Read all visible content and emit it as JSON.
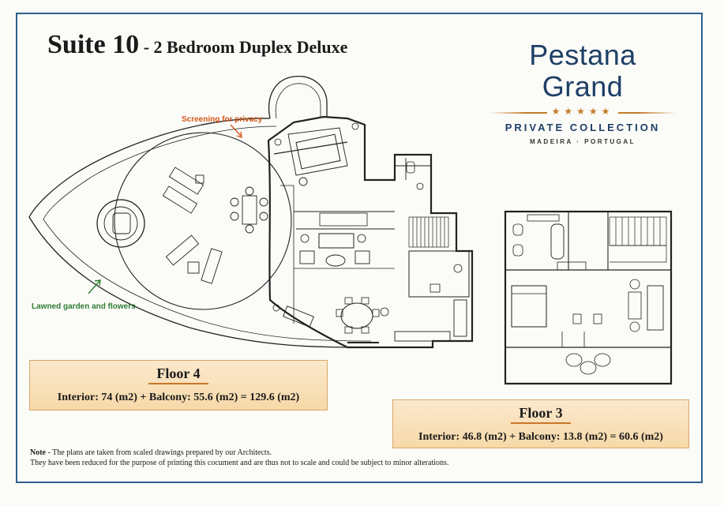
{
  "title": {
    "suite": "Suite 10",
    "separator": " - ",
    "type": "2 Bedroom Duplex Deluxe"
  },
  "brand": {
    "name": "Pestana Grand",
    "stars": "★★★★★",
    "collection": "PRIVATE COLLECTION",
    "location": "MADEIRA · PORTUGAL"
  },
  "annotations": {
    "privacy": "Screening for privacy",
    "garden": "Lawned garden and flowers"
  },
  "floors": [
    {
      "title": "Floor 4",
      "area": "Interior: 74 (m2) + Balcony: 55.6 (m2) = 129.6 (m2)"
    },
    {
      "title": "Floor 3",
      "area": "Interior: 46.8 (m2) + Balcony: 13.8 (m2) = 60.6 (m2)"
    }
  ],
  "note": {
    "label": "Note",
    "line1": " - The plans are taken from scaled drawings prepared by our Architects.",
    "line2": "They have been reduced for the purpose of printing this cocument and are thus not to scale and could be subject to minor alterations."
  },
  "colors": {
    "frame": "#2d5f8f",
    "brand_blue": "#1e3f66",
    "accent": "#c47a28",
    "label_orange": "#d4571c",
    "label_green": "#2e7d32",
    "floor_box": "#f7d9a8"
  }
}
